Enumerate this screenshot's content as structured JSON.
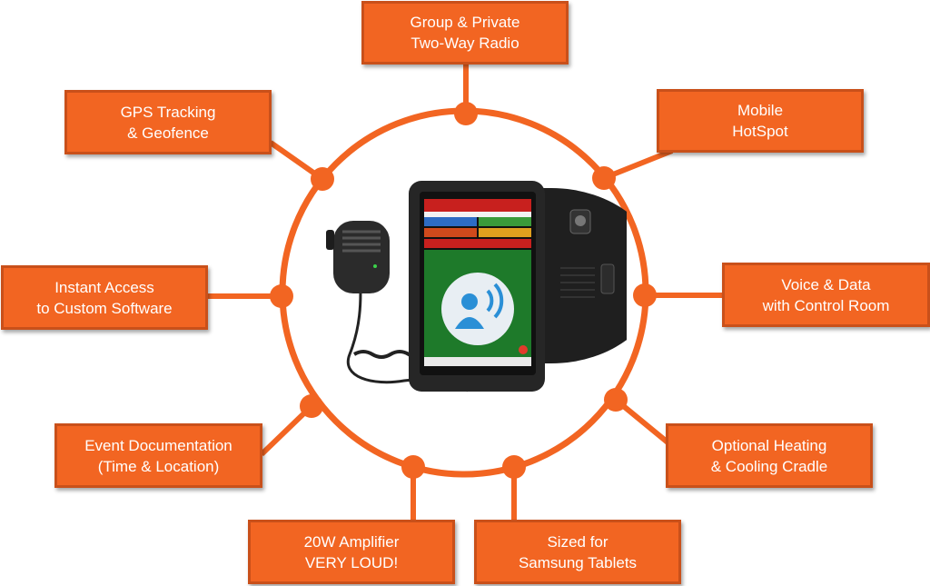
{
  "colors": {
    "accent": "#f26522",
    "accent_dark": "#c9501a",
    "text": "#ffffff"
  },
  "features": [
    {
      "id": "radio",
      "lines": [
        "Group & Private",
        "Two-Way Radio"
      ]
    },
    {
      "id": "hotspot",
      "lines": [
        "Mobile",
        "HotSpot"
      ]
    },
    {
      "id": "voice-data",
      "lines": [
        "Voice & Data",
        "with Control Room"
      ]
    },
    {
      "id": "heating-cooling",
      "lines": [
        "Optional Heating",
        "& Cooling Cradle"
      ]
    },
    {
      "id": "samsung",
      "lines": [
        "Sized for",
        "Samsung Tablets"
      ]
    },
    {
      "id": "amplifier",
      "lines": [
        "20W Amplifier",
        "VERY LOUD!"
      ]
    },
    {
      "id": "event-doc",
      "lines": [
        "Event Documentation",
        "(Time & Location)"
      ]
    },
    {
      "id": "custom-software",
      "lines": [
        "Instant Access",
        "to Custom Software"
      ]
    },
    {
      "id": "gps",
      "lines": [
        "GPS Tracking",
        "& Geofence"
      ]
    }
  ],
  "device": {
    "icons": [
      "radio-microphone-icon",
      "rugged-tablet-icon",
      "speaker-cradle-icon",
      "voice-call-icon"
    ],
    "screen_colors": {
      "header": "#c8201e",
      "body": "#1e7a2a",
      "button": "#e8eef3",
      "figure": "#2a8fd6"
    }
  }
}
